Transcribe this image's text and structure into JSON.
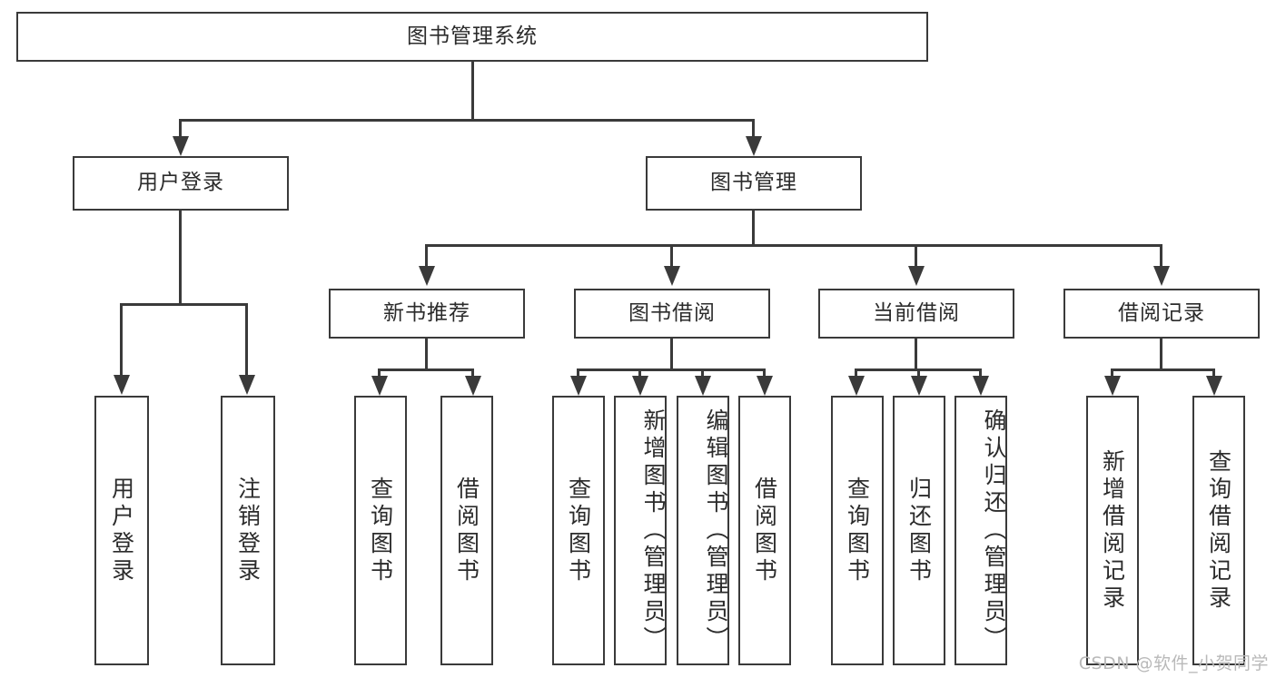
{
  "diagram": {
    "title": "图书管理系统",
    "watermark": "CSDN @软件_小贺同学",
    "colors": {
      "stroke": "#3a3a3a",
      "fill": "#ffffff",
      "text": "#2b2b2b",
      "watermark": "#b9b9b9"
    },
    "levels": {
      "root": {
        "label": "图书管理系统"
      },
      "level2": [
        {
          "label": "用户登录"
        },
        {
          "label": "图书管理"
        }
      ],
      "level3": [
        {
          "label": "新书推荐"
        },
        {
          "label": "图书借阅"
        },
        {
          "label": "当前借阅"
        },
        {
          "label": "借阅记录"
        }
      ],
      "leaves": {
        "user_login": [
          {
            "label": "用户登录"
          },
          {
            "label": "注销登录"
          }
        ],
        "new_book": [
          {
            "label": "查询图书"
          },
          {
            "label": "借阅图书"
          }
        ],
        "book_borrow": [
          {
            "label": "查询图书"
          },
          {
            "label": "新增图书（管理员）"
          },
          {
            "label": "编辑图书（管理员）"
          },
          {
            "label": "借阅图书"
          }
        ],
        "current_borrow": [
          {
            "label": "查询图书"
          },
          {
            "label": "归还图书"
          },
          {
            "label": "确认归还（管理员）"
          }
        ],
        "borrow_record": [
          {
            "label": "新增借阅记录"
          },
          {
            "label": "查询借阅记录"
          }
        ]
      }
    }
  }
}
